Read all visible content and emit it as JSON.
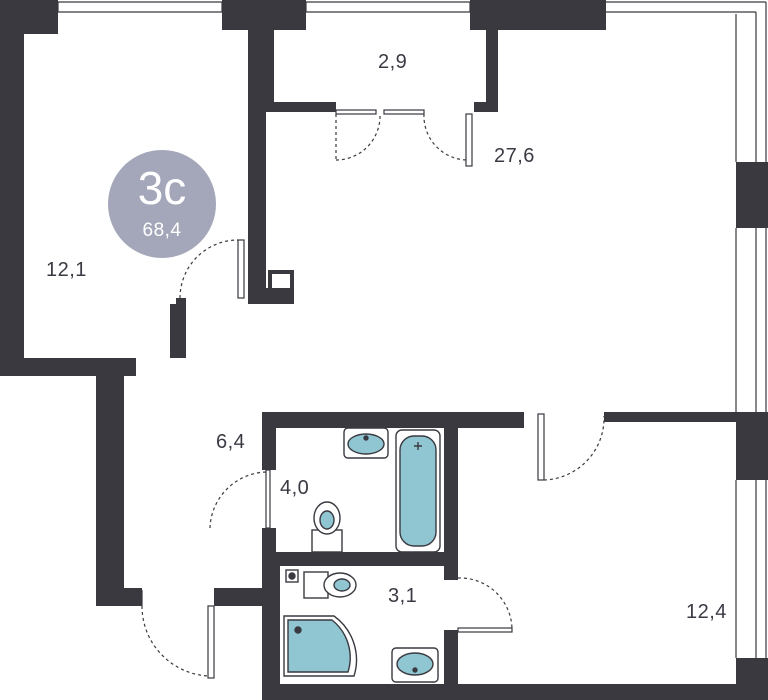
{
  "plan": {
    "apartment_type": "3с",
    "total_area": "68,4",
    "colors": {
      "wall": "#3a3940",
      "badge": "#a4a7b9",
      "fixture_water": "#8fc6d2",
      "fixture_outline": "#3a3940"
    },
    "rooms": [
      {
        "name": "room-bedroom-left",
        "area": "12,1"
      },
      {
        "name": "room-balcony",
        "area": "2,9"
      },
      {
        "name": "room-living-kitchen",
        "area": "27,6"
      },
      {
        "name": "room-hallway",
        "area": "6,4"
      },
      {
        "name": "room-bathroom",
        "area": "4,0"
      },
      {
        "name": "room-wc",
        "area": "3,1"
      },
      {
        "name": "room-bedroom-right",
        "area": "12,4"
      }
    ]
  }
}
